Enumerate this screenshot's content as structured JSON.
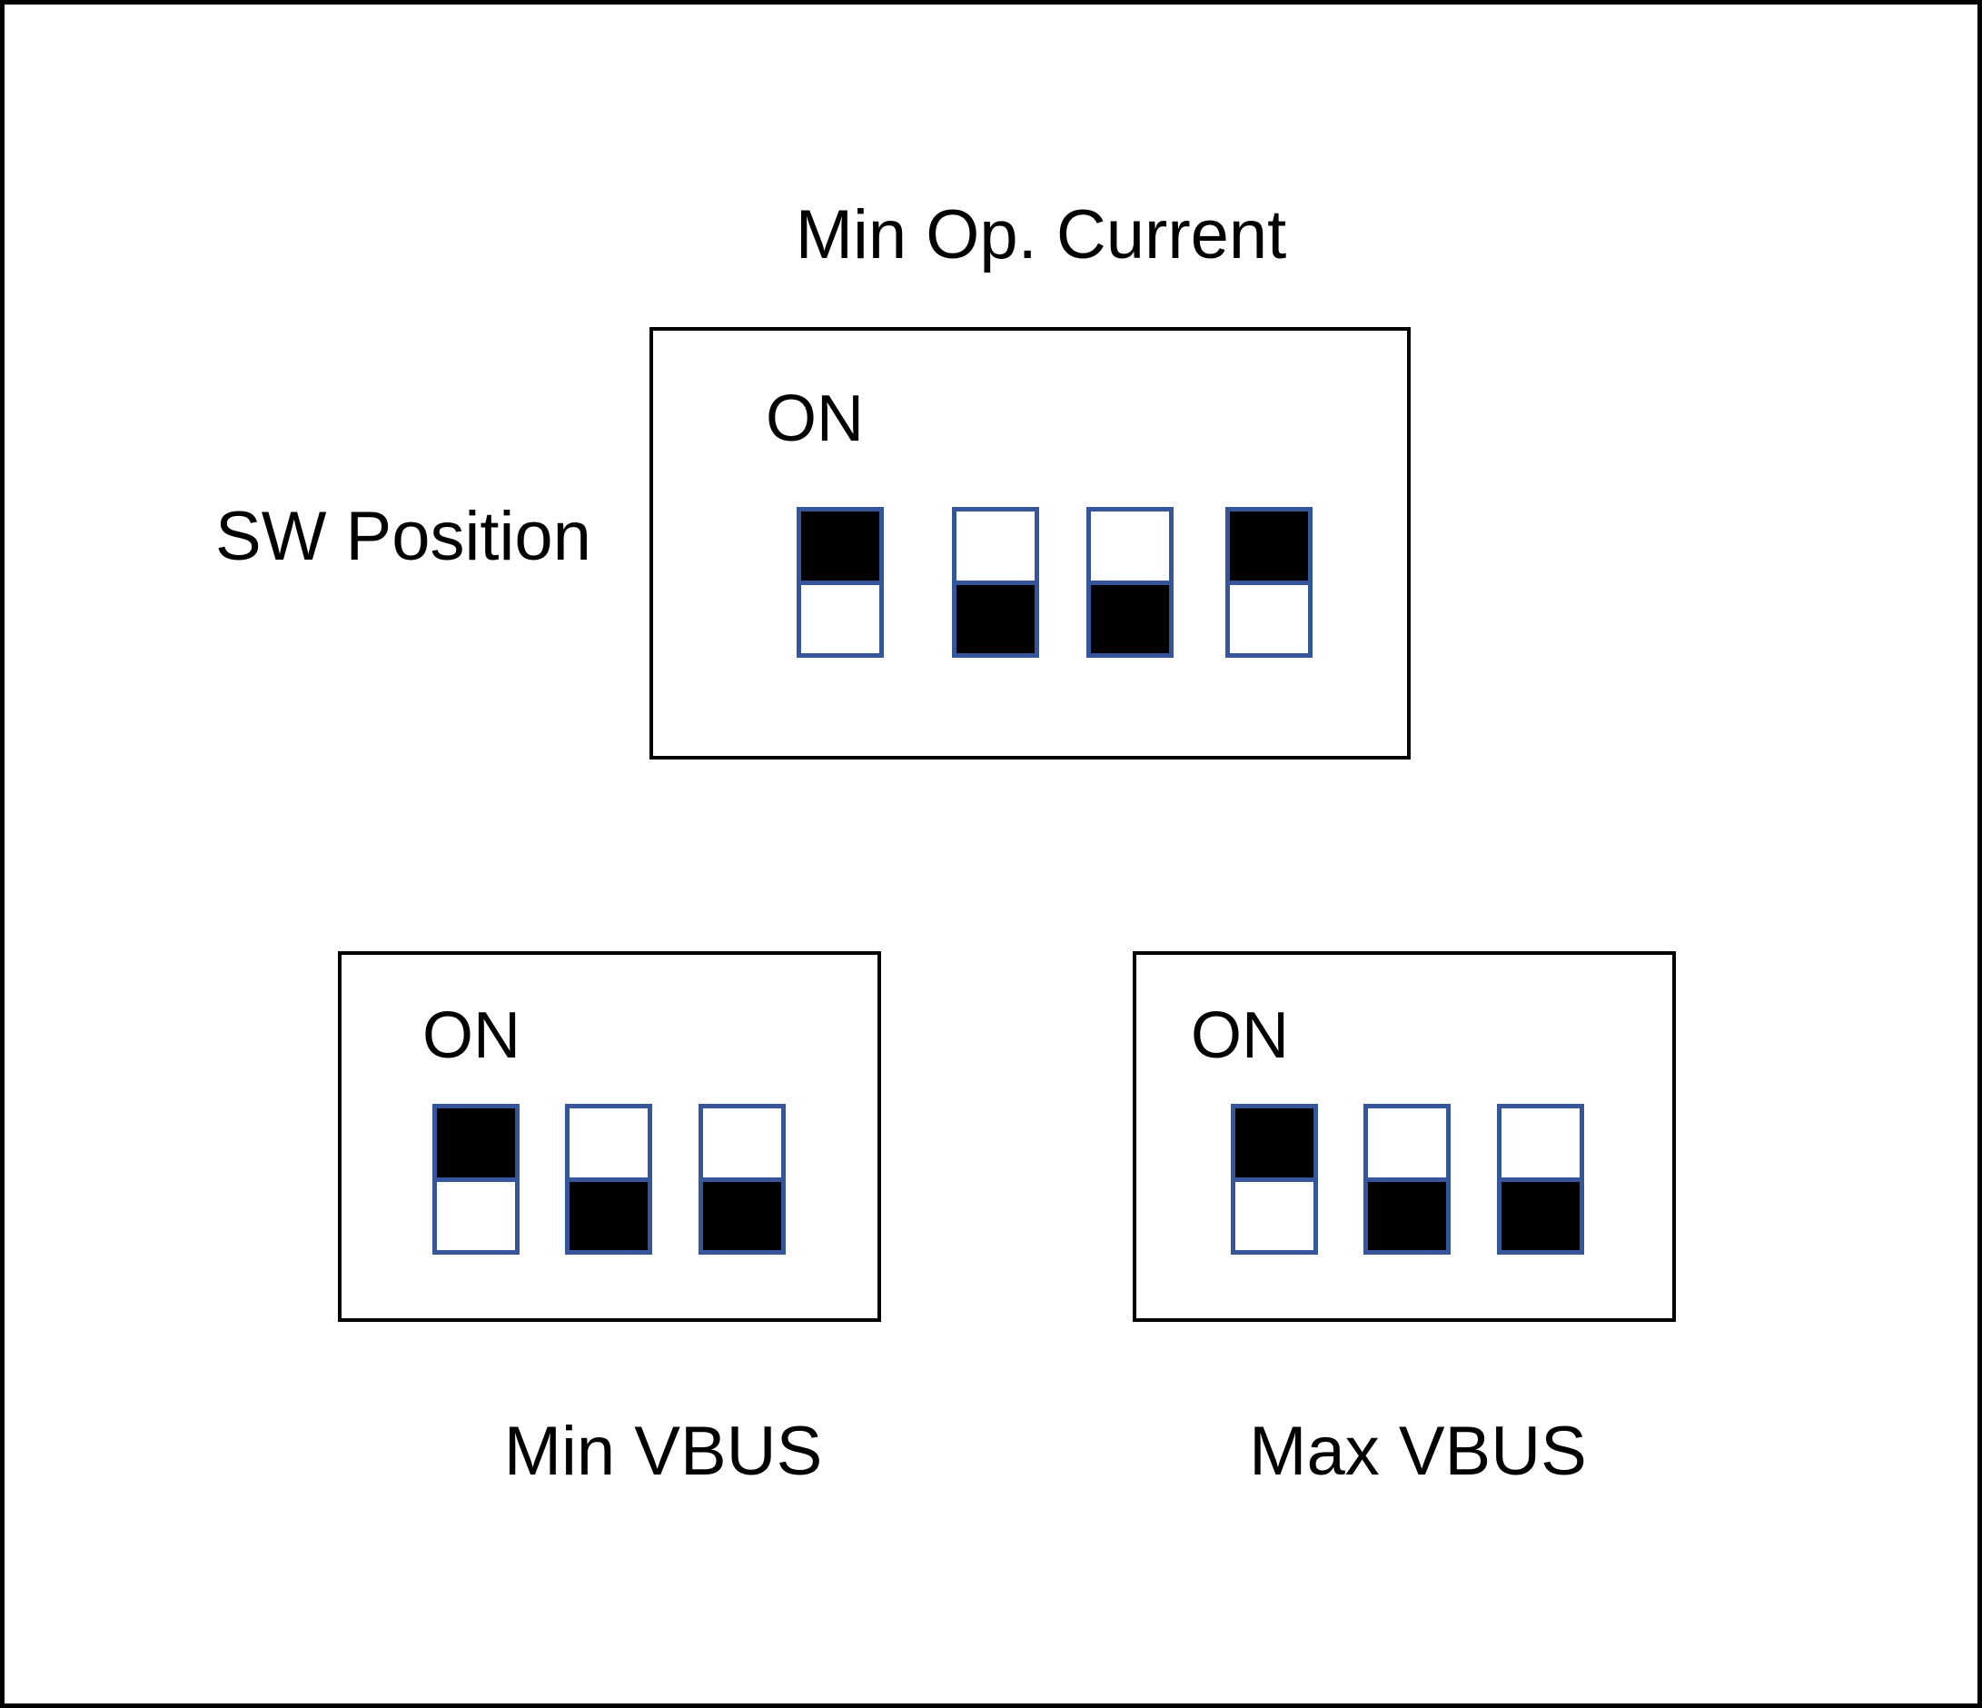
{
  "title": "Min Op. Current",
  "row_label": "SW Position",
  "panels": [
    {
      "name": "min-op-current",
      "on_label": "ON",
      "caption": "",
      "switches": [
        "up",
        "down",
        "down",
        "up"
      ]
    },
    {
      "name": "min-vbus",
      "on_label": "ON",
      "caption": "Min VBUS",
      "switches": [
        "up",
        "down",
        "down"
      ]
    },
    {
      "name": "max-vbus",
      "on_label": "ON",
      "caption": "Max VBUS",
      "switches": [
        "up",
        "down",
        "down"
      ]
    }
  ],
  "colors": {
    "outline": "#000000",
    "background": "#ffffff",
    "switch_outline": "#35569b",
    "switch_fill_on": "#000000"
  }
}
